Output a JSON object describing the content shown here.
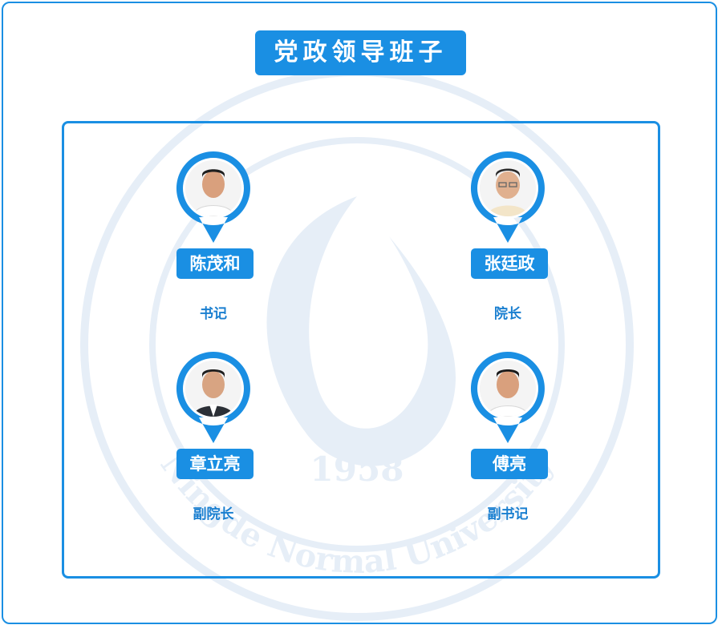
{
  "page": {
    "title": "党政领导班子"
  },
  "colors": {
    "accent": "#1a8fe3",
    "emblem": "#e6eef7"
  },
  "watermark": {
    "year": "1958",
    "ring_text": "Ningde Normal University"
  },
  "members": [
    {
      "name": "陈茂和",
      "role": "书记"
    },
    {
      "name": "张廷政",
      "role": "院长"
    },
    {
      "name": "章立亮",
      "role": "副院长"
    },
    {
      "name": "傅亮",
      "role": "副书记"
    }
  ]
}
